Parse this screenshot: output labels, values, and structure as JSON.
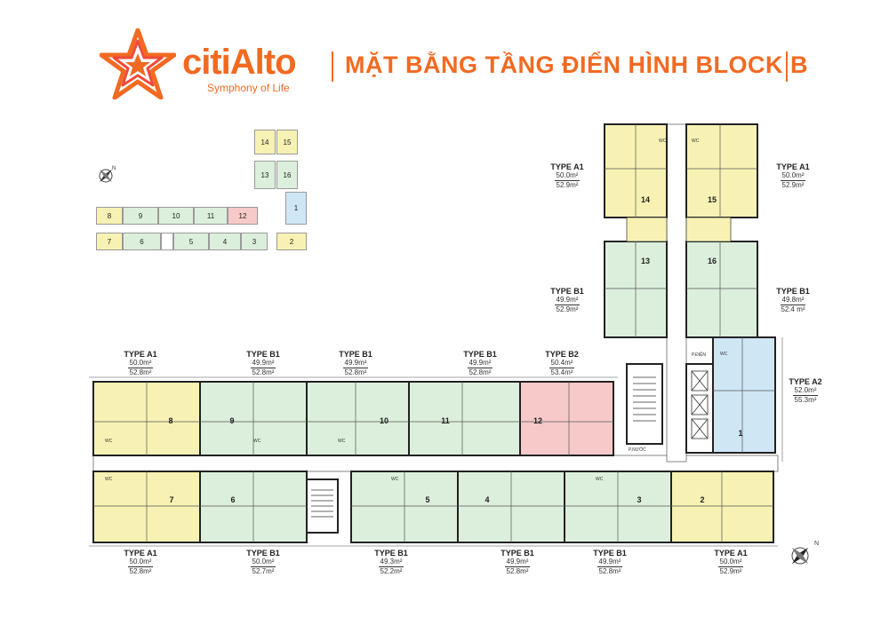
{
  "header": {
    "brand": "citiAlto",
    "tagline": "Symphony of Life",
    "title": "MẶT BẰNG TẦNG ĐIỂN HÌNH BLOCK B"
  },
  "colors": {
    "brand_orange": "#f26a21",
    "type_a1": "#f7f2b3",
    "type_b1": "#dcefdc",
    "type_b2": "#f7c9c9",
    "type_a2": "#cfe6f5",
    "core": "#ffffff",
    "wall": "#1a1a1a"
  },
  "key_plan": {
    "compass": "N",
    "units": [
      "14",
      "15",
      "13",
      "16",
      "8",
      "9",
      "10",
      "11",
      "12",
      "1",
      "7",
      "6",
      "5",
      "4",
      "3",
      "2"
    ]
  },
  "units": [
    {
      "id": "14",
      "type": "TYPE A1",
      "area1": "50.0m²",
      "area2": "52.9m²"
    },
    {
      "id": "15",
      "type": "TYPE A1",
      "area1": "50.0m²",
      "area2": "52.9m²"
    },
    {
      "id": "13",
      "type": "TYPE B1",
      "area1": "49.9m²",
      "area2": "52.9m²"
    },
    {
      "id": "16",
      "type": "TYPE B1",
      "area1": "49.8m²",
      "area2": "52.4 m²"
    },
    {
      "id": "8",
      "type": "TYPE A1",
      "area1": "50.0m²",
      "area2": "52.8m²"
    },
    {
      "id": "9",
      "type": "TYPE B1",
      "area1": "49.9m²",
      "area2": "52.8m²"
    },
    {
      "id": "10",
      "type": "TYPE B1",
      "area1": "49.9m²",
      "area2": "52.8m²"
    },
    {
      "id": "11",
      "type": "TYPE B1",
      "area1": "49.9m²",
      "area2": "52.8m²"
    },
    {
      "id": "12",
      "type": "TYPE B2",
      "area1": "50.4m²",
      "area2": "53.4m²"
    },
    {
      "id": "1",
      "type": "TYPE A2",
      "area1": "52.0m²",
      "area2": "55.3m²"
    },
    {
      "id": "7",
      "type": "TYPE A1",
      "area1": "50.0m²",
      "area2": "52.8m²"
    },
    {
      "id": "6",
      "type": "TYPE B1",
      "area1": "50.0m²",
      "area2": "52.7m²"
    },
    {
      "id": "5",
      "type": "TYPE B1",
      "area1": "49.3m²",
      "area2": "52.2m²"
    },
    {
      "id": "4",
      "type": "TYPE B1",
      "area1": "49.9m²",
      "area2": "52.8m²"
    },
    {
      "id": "3",
      "type": "TYPE B1",
      "area1": "49.9m²",
      "area2": "52.8m²"
    },
    {
      "id": "2",
      "type": "TYPE A1",
      "area1": "50.0m²",
      "area2": "52.9m²"
    }
  ],
  "room_labels": {
    "wc": "WC",
    "p_dien": "P.ĐIỆN",
    "p_nuoc": "P.NƯỚC"
  }
}
